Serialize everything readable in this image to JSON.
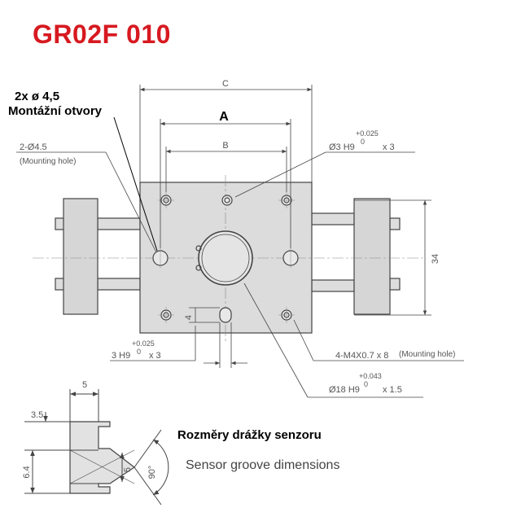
{
  "title": "GR02F 010",
  "callout": {
    "line1": "2x ø  4,5",
    "line2": "Montážní otvory"
  },
  "dims": {
    "C": "C",
    "A": "A",
    "B": "B",
    "mounting_hole": "2-Ø4.5",
    "mounting_hole_note": "(Mounting hole)",
    "dowel_top": "Ø3 H9",
    "dowel_top_tol_plus": "+0.025",
    "dowel_top_tol_zero": "0",
    "dowel_top_qty": "x 3",
    "height_34": "34",
    "small_4": "4",
    "dowel_bottom": "3 H9",
    "dowel_bottom_tol_plus": "+0.025",
    "dowel_bottom_tol_zero": "0",
    "dowel_bottom_qty": "x 3",
    "thread": "4-M4X0.7  x  8",
    "thread_note": "(Mounting hole)",
    "bore": "Ø18 H9",
    "bore_tol_plus": "+0.043",
    "bore_tol_zero": "0",
    "bore_qty": "x 1.5"
  },
  "groove": {
    "dim_5_top": "5",
    "dim_3_5": "3.5",
    "dim_6_4": "6.4",
    "dim_5_inner": "5",
    "dim_90": "90°",
    "label_cz": "Rozměry drážky senzoru",
    "label_en": "Sensor groove dimensions"
  }
}
